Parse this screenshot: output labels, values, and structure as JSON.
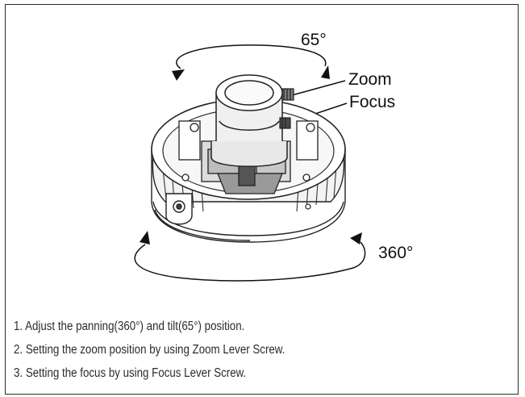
{
  "figure": {
    "tilt_angle_label": "65°",
    "pan_angle_label": "360°",
    "zoom_label": "Zoom",
    "focus_label": "Focus"
  },
  "instructions": [
    "1. Adjust the panning(360°) and tilt(65°) position.",
    "2. Setting the zoom position by using Zoom Lever Screw.",
    "3. Setting the focus by using Focus Lever Screw."
  ]
}
